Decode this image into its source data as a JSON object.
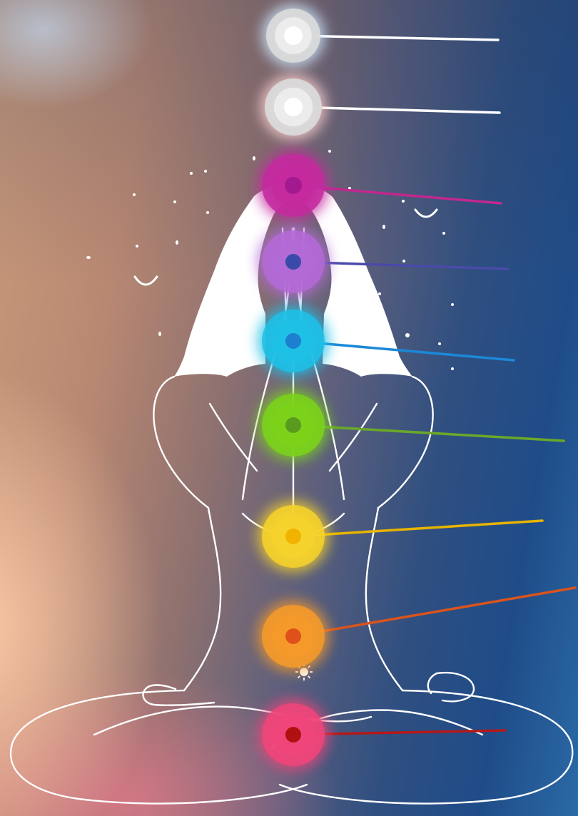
{
  "diagram": {
    "subject": "meditating-figure",
    "chakras": [
      {
        "id": "crown-upper",
        "color": "#ffffff",
        "glow": "#cfe9ff",
        "line_color": "#ffffff"
      },
      {
        "id": "crown",
        "color": "#ffffff",
        "glow": "#ffd2d2",
        "line_color": "#ffffff"
      },
      {
        "id": "third-eye",
        "color": "#a3198f",
        "glow": "#c42a9f",
        "line_color": "#c1288f"
      },
      {
        "id": "throat",
        "color": "#3a4aa8",
        "glow": "#b36ad6",
        "line_color": "#4a4aa8"
      },
      {
        "id": "heart-blue",
        "color": "#1e7fd0",
        "glow": "#1fc0e6",
        "line_color": "#1c88d8"
      },
      {
        "id": "heart-green",
        "color": "#5a9a1e",
        "glow": "#7bd21a",
        "line_color": "#6aa82a"
      },
      {
        "id": "solar-plexus",
        "color": "#f1b300",
        "glow": "#f6d22c",
        "line_color": "#e7b400"
      },
      {
        "id": "sacral",
        "color": "#e0501a",
        "glow": "#f59a2a",
        "line_color": "#d9541d"
      },
      {
        "id": "root",
        "color": "#b01010",
        "glow": "#f0457a",
        "line_color": "#b51818"
      }
    ],
    "decorations": [
      "moon-icon",
      "moon-icon",
      "sun-icon",
      "star-dot"
    ]
  }
}
